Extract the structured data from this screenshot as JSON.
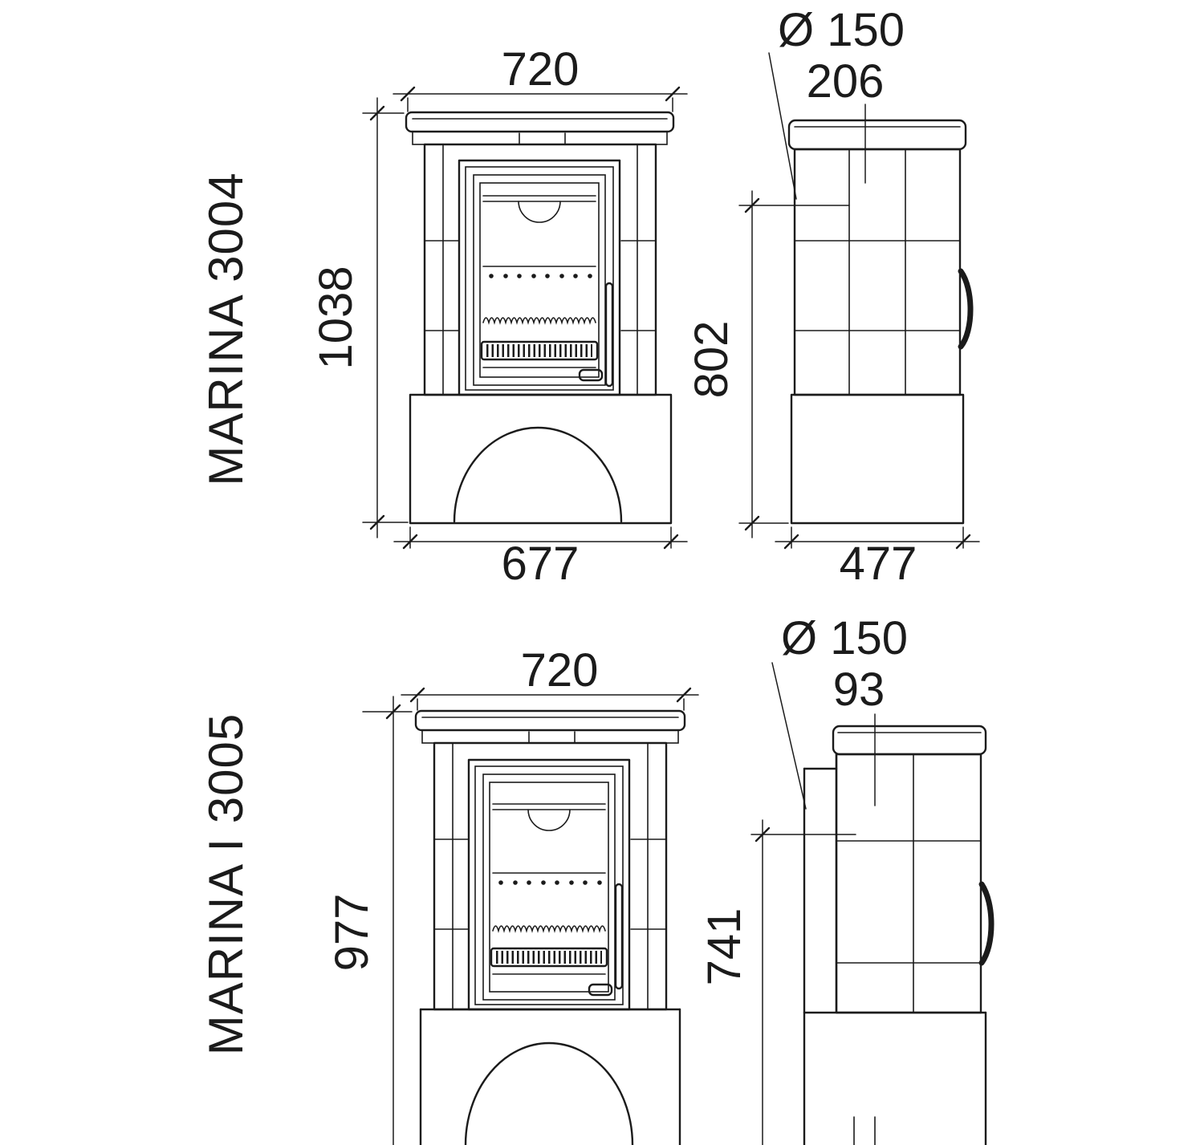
{
  "drawing": {
    "background": "#ffffff",
    "line_color": "#1b1b1b"
  },
  "models": [
    {
      "name": "MARINA 3004",
      "front": {
        "top_width": "720",
        "height": "1038",
        "base_width": "677"
      },
      "side": {
        "flue_diameter": "Ø 150",
        "flue_offset_from_back": "206",
        "flue_height": "802",
        "base_depth": "477"
      }
    },
    {
      "name": "MARINA I 3005",
      "front": {
        "top_width": "720",
        "height": "977"
      },
      "side": {
        "flue_diameter": "Ø 150",
        "flue_offset_from_back": "93",
        "flue_height": "741"
      }
    }
  ]
}
